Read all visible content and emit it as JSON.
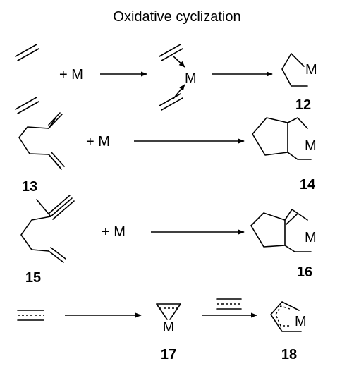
{
  "title": "Oxidative cyclization",
  "reactions": [
    {
      "reagent": "+ M",
      "intermediate_metal": "M",
      "product_metal": "M",
      "product_label": "12"
    },
    {
      "substrate_label": "13",
      "reagent": "+ M",
      "product_metal": "M",
      "product_label": "14"
    },
    {
      "substrate_label": "15",
      "reagent": "+ M",
      "product_metal": "M",
      "product_label": "16"
    },
    {
      "intermediate_metal": "M",
      "intermediate_label": "17",
      "product_metal": "M",
      "product_label": "18"
    }
  ]
}
